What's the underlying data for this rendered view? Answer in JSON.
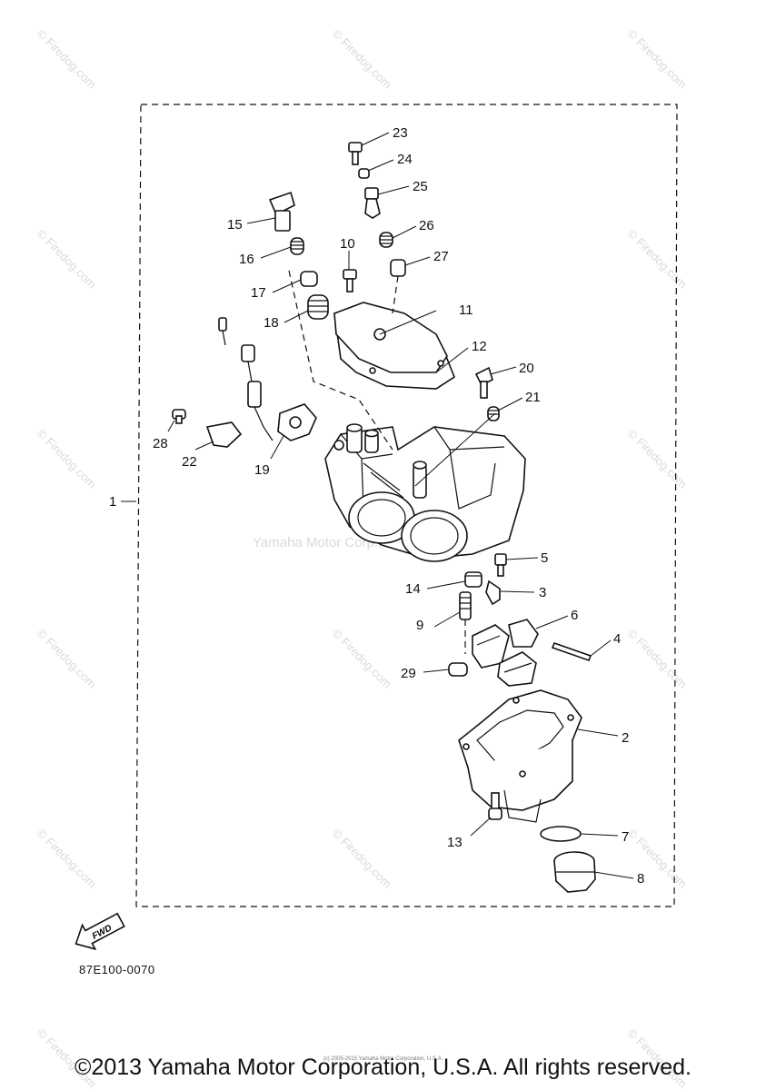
{
  "watermark": "© Firedog.com",
  "center_watermark": "Yamaha Motor Corp., U.S.A.",
  "fwd_label": "FWD",
  "diagram_code": "87E100-0070",
  "small_copyright": "(c) 2005-2015 Yamaha Motor Corporation, U.S.A.",
  "copyright": "©2013 Yamaha Motor Corporation, U.S.A. All rights reserved.",
  "callouts": {
    "n1": "1",
    "n2": "2",
    "n3": "3",
    "n4": "4",
    "n5": "5",
    "n6": "6",
    "n7": "7",
    "n8": "8",
    "n9": "9",
    "n10": "10",
    "n11": "11",
    "n12": "12",
    "n13": "13",
    "n14": "14",
    "n15": "15",
    "n16": "16",
    "n17": "17",
    "n18": "18",
    "n19": "19",
    "n20": "20",
    "n21": "21",
    "n22": "22",
    "n23": "23",
    "n24": "24",
    "n25": "25",
    "n26": "26",
    "n27": "27",
    "n28": "28",
    "n29": "29"
  },
  "icons": [
    "fwd-arrow-icon"
  ]
}
